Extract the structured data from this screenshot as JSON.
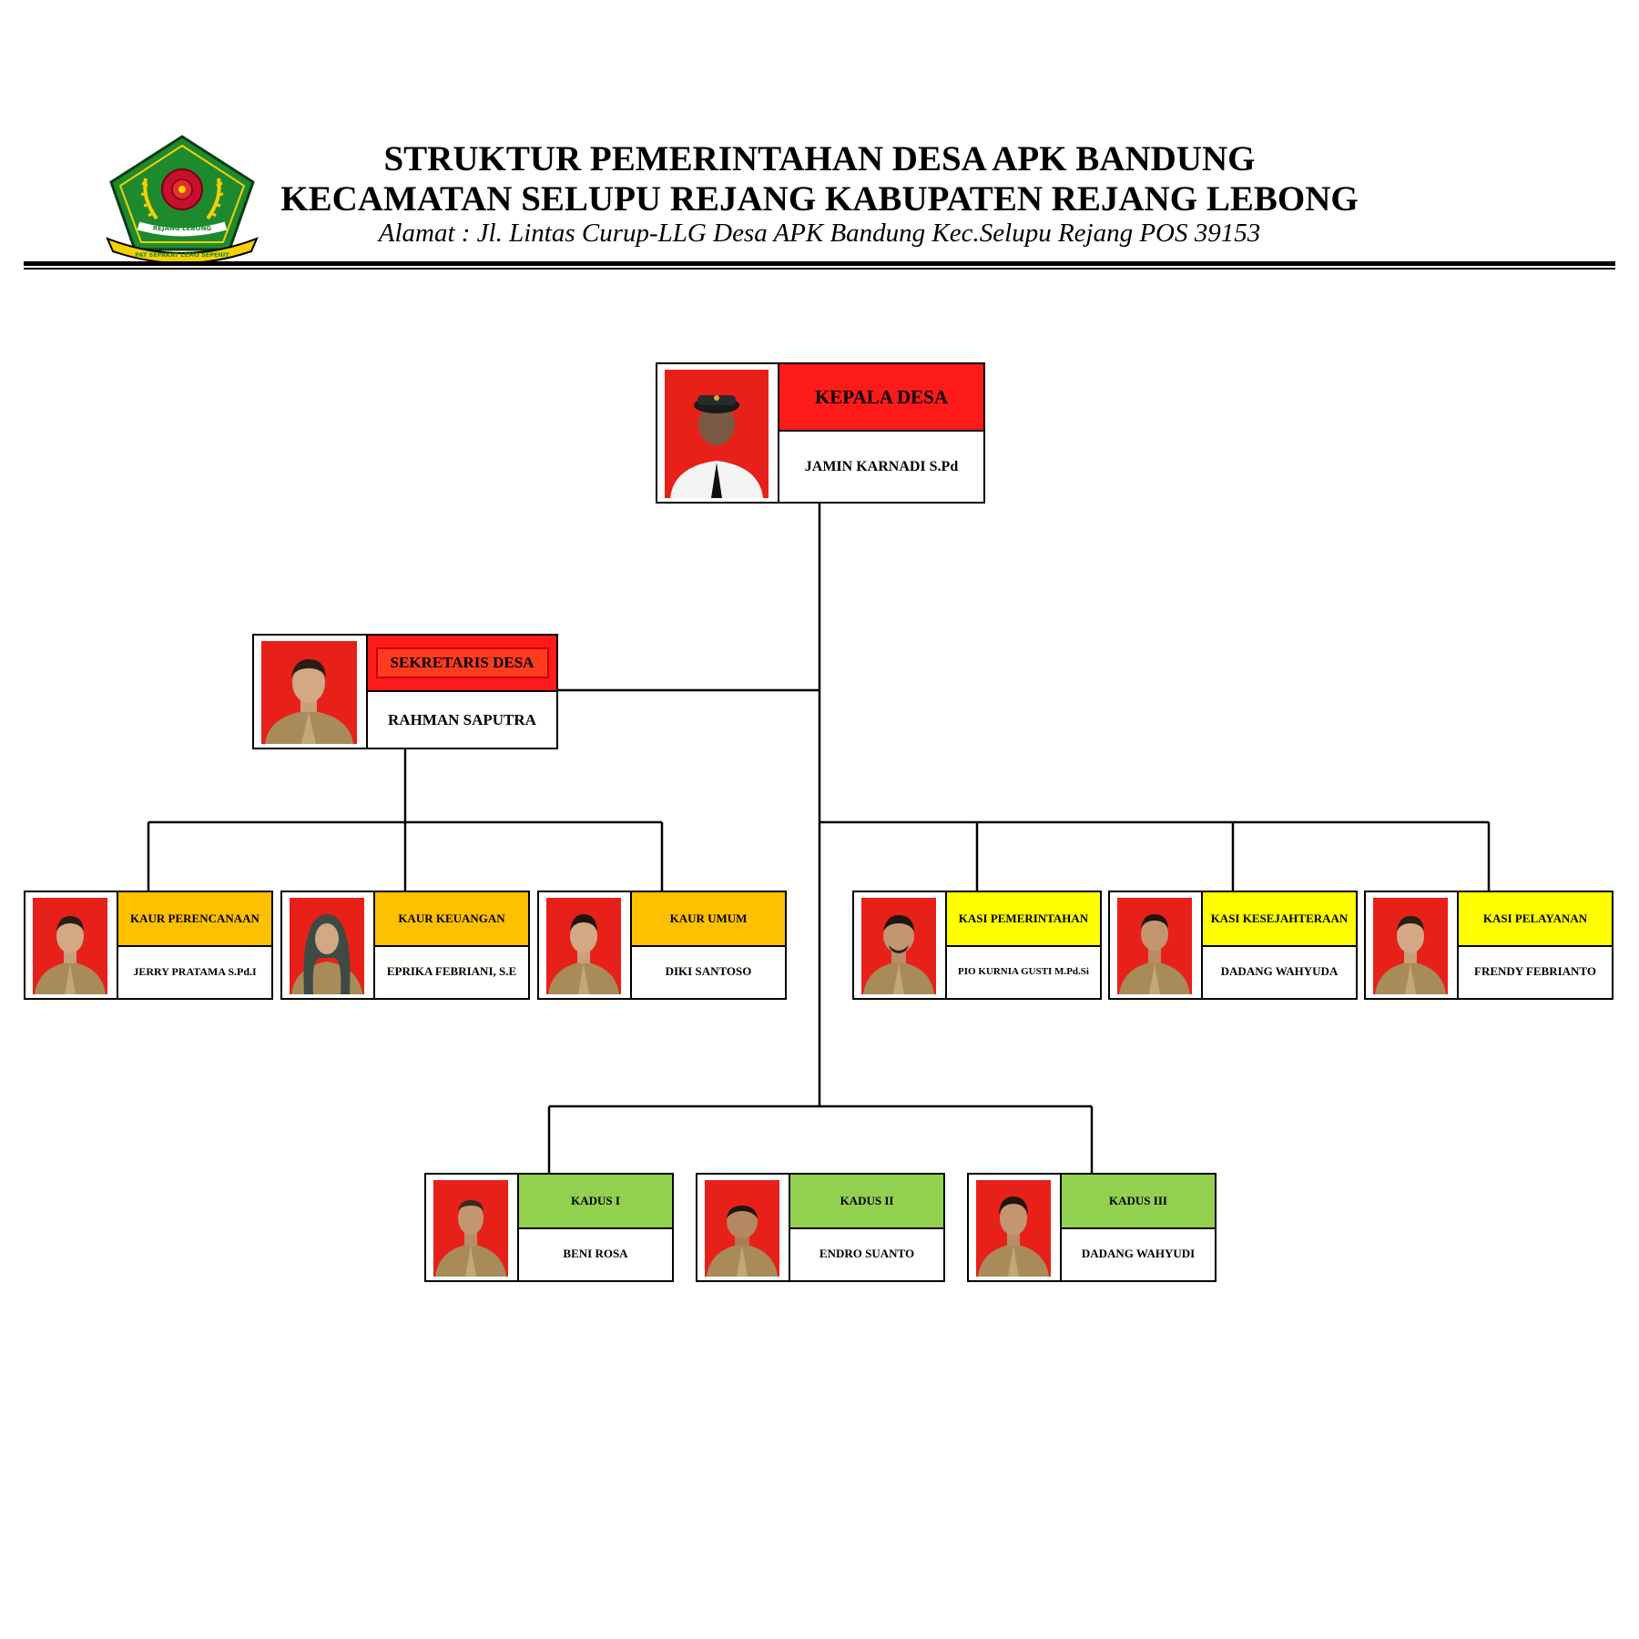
{
  "header": {
    "title_line1": "STRUKTUR PEMERINTAHAN DESA APK BANDUNG",
    "title_line2": "KECAMATAN SELUPU REJANG KABUPATEN REJANG LEBONG",
    "address": "Alamat : Jl. Lintas Curup-LLG Desa APK Bandung Kec.Selupu Rejang POS 39153",
    "logo": {
      "emblem_text": "REJANG LEBONG",
      "ribbon_text": "PAT SEPAKAT LEMO SEPENIT"
    }
  },
  "colors": {
    "red": "#ff1a1a",
    "orange": "#ffc000",
    "yellow": "#ffff00",
    "green": "#92d050",
    "logo_green": "#1e8a2e",
    "logo_gold": "#f5d000"
  },
  "nodes": {
    "kepala": {
      "role": "KEPALA DESA",
      "name": "JAMIN KARNADI S.Pd"
    },
    "sekretaris": {
      "role": "SEKRETARIS DESA",
      "name": "RAHMAN SAPUTRA"
    },
    "kaur_perencanaan": {
      "role": "KAUR PERENCANAAN",
      "name": "JERRY PRATAMA S.Pd.I"
    },
    "kaur_keuangan": {
      "role": "KAUR KEUANGAN",
      "name": "EPRIKA FEBRIANI, S.E"
    },
    "kaur_umum": {
      "role": "KAUR UMUM",
      "name": "DIKI SANTOSO"
    },
    "kasi_pemerintahan": {
      "role": "KASI PEMERINTAHAN",
      "name": "PIO KURNIA GUSTI M.Pd.Si"
    },
    "kasi_kesejahteraan": {
      "role": "KASI KESEJAHTERAAN",
      "name": "DADANG WAHYUDA"
    },
    "kasi_pelayanan": {
      "role": "KASI PELAYANAN",
      "name": "FRENDY FEBRIANTO"
    },
    "kadus1": {
      "role": "KADUS I",
      "name": "BENI ROSA"
    },
    "kadus2": {
      "role": "KADUS II",
      "name": "ENDRO SUANTO"
    },
    "kadus3": {
      "role": "KADUS III",
      "name": "DADANG WAHYUDI"
    }
  }
}
